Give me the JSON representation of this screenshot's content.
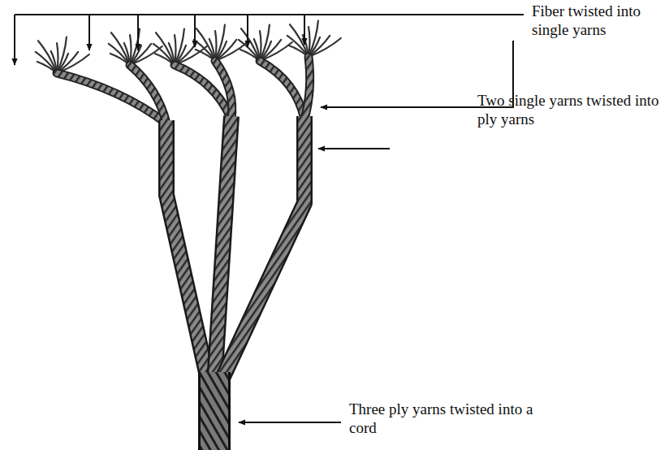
{
  "diagram": {
    "labels": [
      "Fiber twisted into single yarns",
      "Two single yarns twisted into ply yarns",
      "Three ply yarns twisted into a cord"
    ]
  }
}
